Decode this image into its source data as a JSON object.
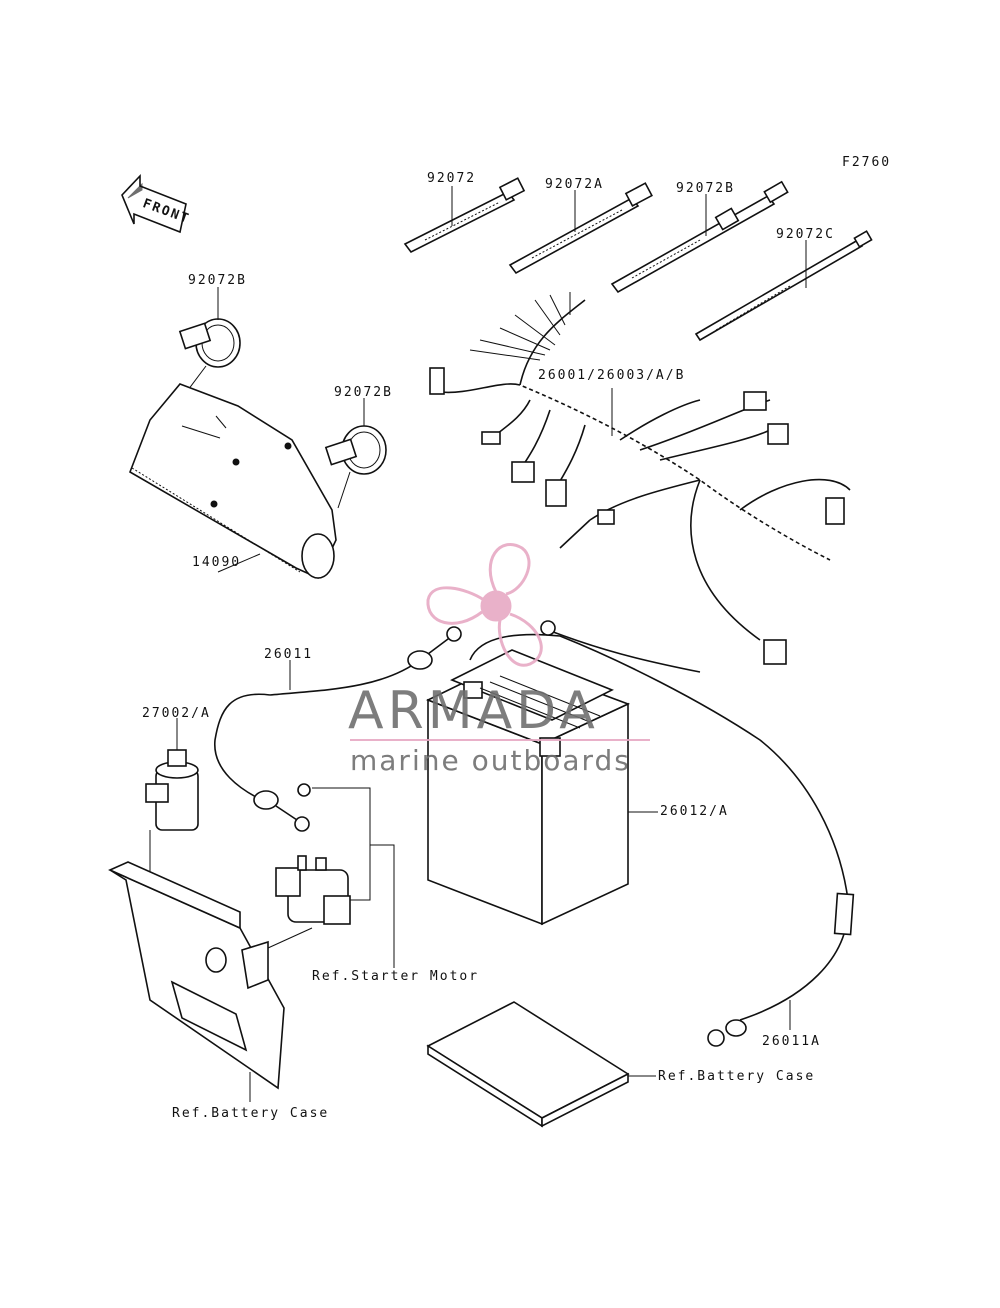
{
  "figure_code": "F2760",
  "direction_marker": "FRONT",
  "parts": {
    "strap_92072": "92072",
    "strap_92072A": "92072A",
    "strap_92072B_top": "92072B",
    "strap_92072C": "92072C",
    "clamp_92072B_left": "92072B",
    "clamp_92072B_right": "92072B",
    "cover_14090": "14090",
    "harness": "26001/26003/A/B",
    "cable_26011": "26011",
    "relay_27002": "27002/A",
    "battery": "26012/A",
    "cable_26011A": "26011A"
  },
  "references": {
    "starter_motor": "Ref.Starter Motor",
    "battery_case_left": "Ref.Battery Case",
    "battery_case_right": "Ref.Battery Case"
  },
  "watermark": {
    "brand": "ARMADA",
    "tagline": "marine outboards",
    "accent_color": "#e7a9c4"
  }
}
